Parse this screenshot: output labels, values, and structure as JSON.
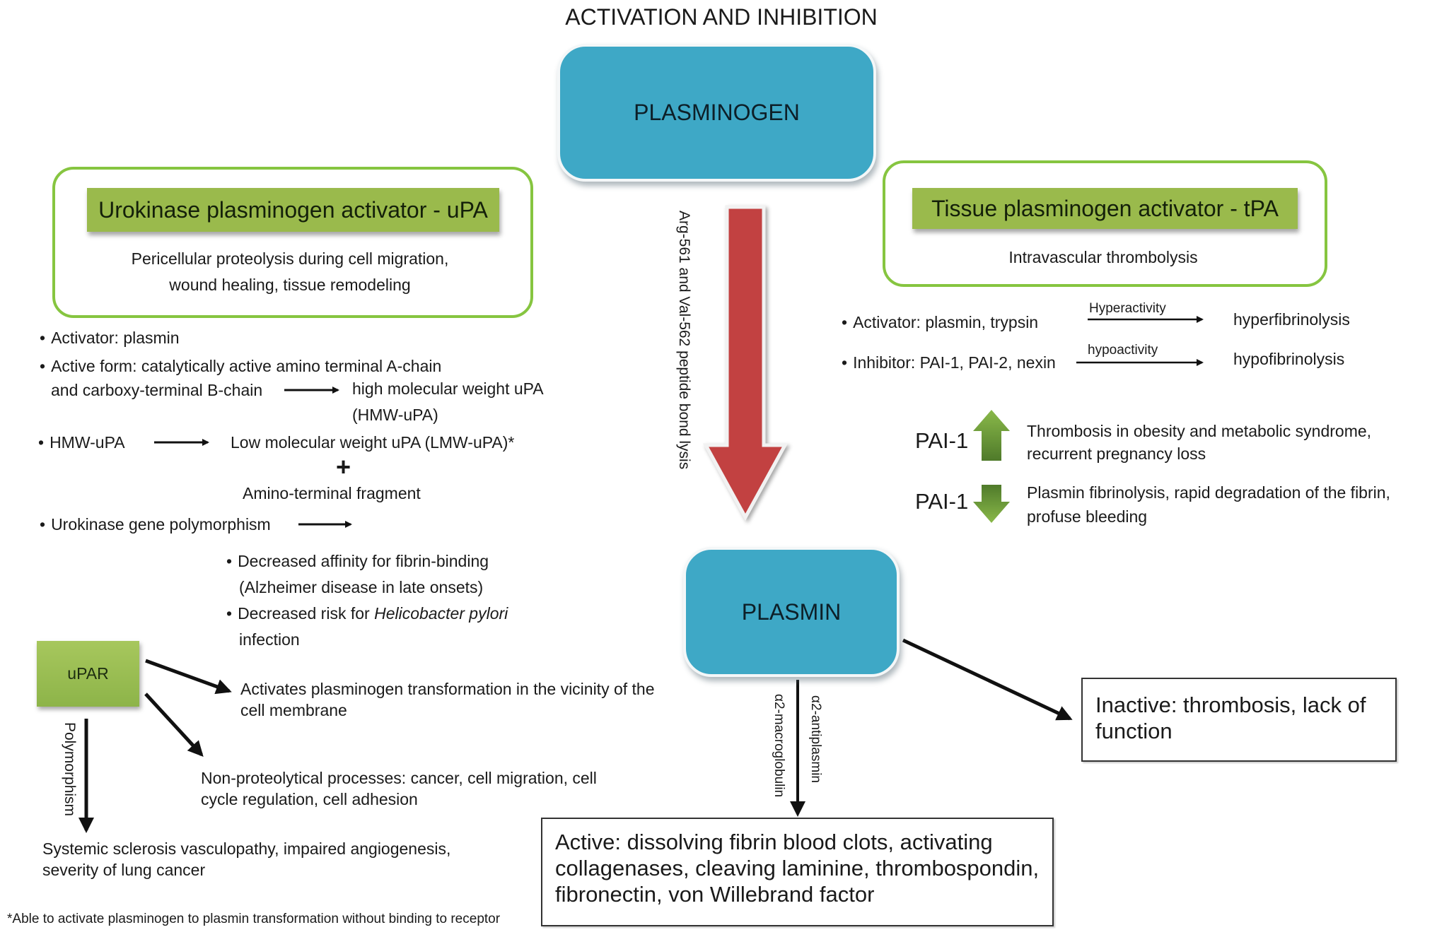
{
  "title": "ACTIVATION AND INHIBITION",
  "plasminogen": "PLASMINOGEN",
  "plasmin": "PLASMIN",
  "conversion_label": "Arg-561 and Val-562 peptide bond lysis",
  "colors": {
    "blue_box": "#3ea8c6",
    "green_outline": "#86c540",
    "green_header": "#9aba4c",
    "red_arrow": "#c24141",
    "pai_arrow": "#6e9a36"
  },
  "upa": {
    "header": "Urokinase plasminogen activator - uPA",
    "description": [
      "Pericellular proteolysis during cell migration,",
      "wound healing, tissue remodeling"
    ],
    "activator": "Activator: plasmin",
    "active_form_line1": "Active form: catalytically active amino terminal A-chain",
    "active_form_line2": "and carboxy-terminal B-chain",
    "hmw_result_line1": "high molecular weight uPA",
    "hmw_result_line2": "(HMW-uPA)",
    "hmw_label": "HMW-uPA",
    "lmw_result": "Low molecular weight uPA (LMW-uPA)*",
    "plus": "+",
    "fragment": "Amino-terminal fragment",
    "polymorphism": "Urokinase gene polymorphism",
    "poly_effects": [
      {
        "line1": "Decreased affinity for fibrin-binding",
        "line2": "(Alzheimer disease in late onsets)"
      },
      {
        "line1_prefix": "Decreased risk for ",
        "line1_italic": "Helicobacter pylori",
        "line2": "infection"
      }
    ]
  },
  "upar": {
    "label": "uPAR",
    "effect1": [
      "Activates plasminogen transformation in the vicinity of the",
      "cell membrane"
    ],
    "effect2": [
      "Non-proteolytical processes: cancer, cell migration, cell",
      "cycle regulation, cell adhesion"
    ],
    "polymorphism_label": "Polymorphism",
    "effect3": [
      "Systemic sclerosis vasculopathy, impaired angiogenesis,",
      "severity of lung cancer"
    ]
  },
  "tpa": {
    "header": "Tissue plasminogen activator - tPA",
    "description": "Intravascular thrombolysis",
    "activator": "Activator: plasmin, trypsin",
    "activator_arrow_label": "Hyperactivity",
    "activator_result": "hyperfibrinolysis",
    "inhibitor": "Inhibitor: PAI-1, PAI-2, nexin",
    "inhibitor_arrow_label": "hypoactivity",
    "inhibitor_result": "hypofibrinolysis"
  },
  "pai": [
    {
      "label": "PAI-1",
      "direction": "up",
      "text": [
        "Thrombosis in obesity and metabolic syndrome,",
        "recurrent pregnancy loss"
      ]
    },
    {
      "label": "PAI-1",
      "direction": "down",
      "text": [
        "Plasmin fibrinolysis, rapid degradation of the fibrin,",
        "profuse bleeding"
      ]
    }
  ],
  "inhibitors": {
    "left": "α2-macroglobulin",
    "right": "α2-antiplasmin"
  },
  "inactive": "Inactive: thrombosis, lack of function",
  "active": "Active: dissolving fibrin blood clots, activating collagenases, cleaving laminine, thrombospondin, fibronectin, von Willebrand factor",
  "footnote": "*Able to activate plasminogen to plasmin transformation without binding to receptor"
}
